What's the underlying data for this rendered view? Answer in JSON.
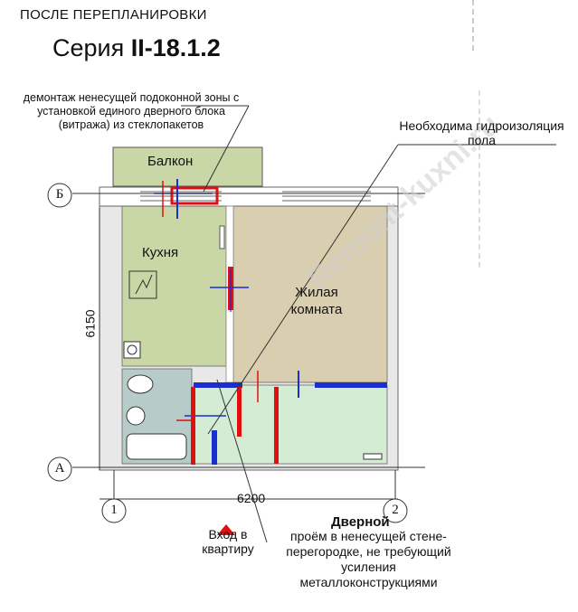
{
  "header": "ПОСЛЕ ПЕРЕПЛАНИРОВКИ",
  "series": {
    "prefix": "Серия ",
    "code": "II-18.1.2"
  },
  "notes": {
    "demolition": "демонтаж ненесущей подоконной зоны с установкой единого дверного блока (витража) из стеклопакетов",
    "waterproofing": "Необходима гидроизоляция пола"
  },
  "rooms": {
    "balcony": "Балкон",
    "kitchen": "Кухня",
    "living": "Жилая комната"
  },
  "dimensions": {
    "vertical": "6150",
    "horizontal": "6200"
  },
  "axes": {
    "b": "Б",
    "a": "А",
    "one": "1",
    "two": "2"
  },
  "entry": "Вход в квартиру",
  "door": {
    "title": "Дверной",
    "desc": "проём в ненесущей стене-перегородке, не требующий усиления металлоконструкциями"
  },
  "watermark": "Remont-kuxni.ru",
  "colors": {
    "wall": "#ffffff",
    "kitchen": "#c9d6a5",
    "living": "#d9ceb0",
    "bath": "#b7cbc8",
    "hall": "#d3ecd3",
    "red": "#e01010",
    "blue": "#1a2fd0"
  }
}
